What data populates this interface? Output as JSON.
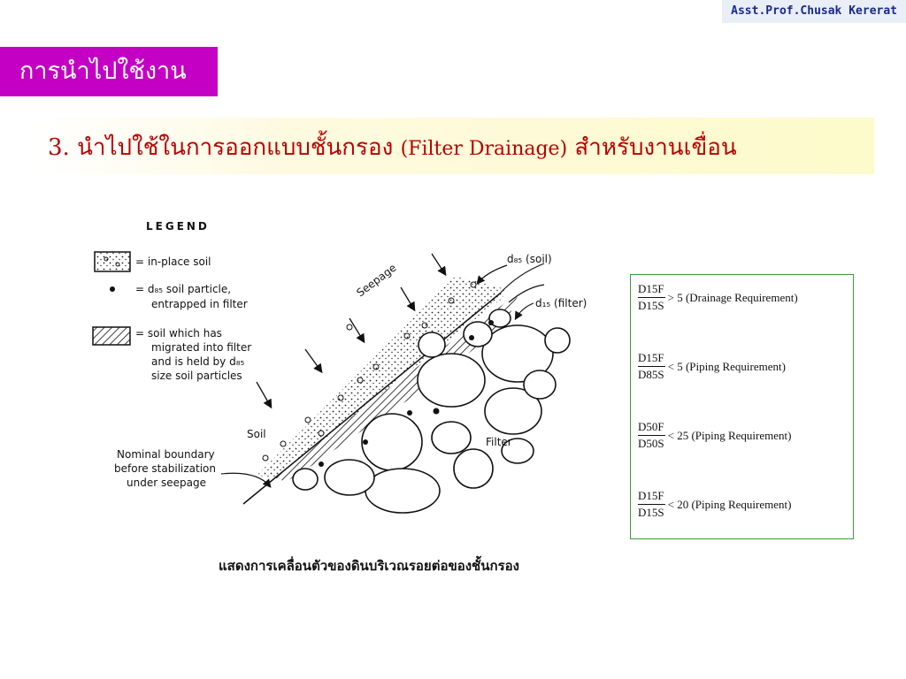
{
  "author": "Asst.Prof.Chusak Kererat",
  "section_tag": "การนำไปใช้งาน",
  "heading": {
    "number": "3.",
    "thai_1": " นำไปใช้ในการออกแบบชั้นกรอง ",
    "english": "(Filter Drainage)",
    "thai_2": " สำหรับงานเขื่อน"
  },
  "diagram": {
    "legend_title": "LEGEND",
    "legend_items": [
      {
        "line1": "= in-place soil"
      },
      {
        "line1": "= d₈₅ soil particle,",
        "line2": "entrapped in filter"
      },
      {
        "line1": "= soil which has",
        "line2": "migrated into filter",
        "line3": "and is held by d₈₅",
        "line4": "size soil particles"
      }
    ],
    "seepage": "Seepage",
    "d85_soil": "d₈₅ (soil)",
    "d15_filter": "d₁₅ (filter)",
    "soil": "Soil",
    "filter": "Filter",
    "boundary_1": "Nominal boundary",
    "boundary_2": "before stabilization",
    "boundary_3": "under seepage",
    "caption": "แสดงการเคลื่อนตัวของดินบริเวณรอยต่อของชั้นกรอง"
  },
  "criteria": [
    {
      "num": "D15F",
      "den": "D15S",
      "rest": "> 5   (Drainage Requirement)"
    },
    {
      "num": "D15F",
      "den": "D85S",
      "rest": "< 5   (Piping Requirement)"
    },
    {
      "num": "D50F",
      "den": "D50S",
      "rest": "< 25   (Piping Requirement)"
    },
    {
      "num": "D15F",
      "den": "D15S",
      "rest": "< 20   (Piping Requirement)"
    }
  ],
  "colors": {
    "section_tag_bg": "#c400c4",
    "heading_text": "#bb0000",
    "criteria_border": "#3a9a3a"
  }
}
